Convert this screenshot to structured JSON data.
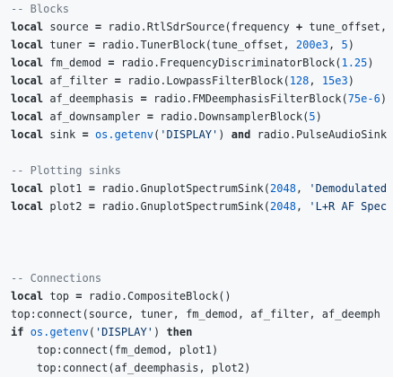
{
  "code": {
    "lines": [
      [
        {
          "t": "-- Blocks",
          "c": "cm"
        }
      ],
      [
        {
          "t": "local",
          "c": "kw"
        },
        {
          "t": " source "
        },
        {
          "t": "=",
          "c": "op"
        },
        {
          "t": " radio.RtlSdrSource(frequency "
        },
        {
          "t": "+",
          "c": "op"
        },
        {
          "t": " tune_offset, "
        }
      ],
      [
        {
          "t": "local",
          "c": "kw"
        },
        {
          "t": " tuner "
        },
        {
          "t": "=",
          "c": "op"
        },
        {
          "t": " radio.TunerBlock(tune_offset, "
        },
        {
          "t": "200e3",
          "c": "num"
        },
        {
          "t": ", "
        },
        {
          "t": "5",
          "c": "num"
        },
        {
          "t": ")"
        }
      ],
      [
        {
          "t": "local",
          "c": "kw"
        },
        {
          "t": " fm_demod "
        },
        {
          "t": "=",
          "c": "op"
        },
        {
          "t": " radio.FrequencyDiscriminatorBlock("
        },
        {
          "t": "1.25",
          "c": "num"
        },
        {
          "t": ")"
        }
      ],
      [
        {
          "t": "local",
          "c": "kw"
        },
        {
          "t": " af_filter "
        },
        {
          "t": "=",
          "c": "op"
        },
        {
          "t": " radio.LowpassFilterBlock("
        },
        {
          "t": "128",
          "c": "num"
        },
        {
          "t": ", "
        },
        {
          "t": "15e3",
          "c": "num"
        },
        {
          "t": ")"
        }
      ],
      [
        {
          "t": "local",
          "c": "kw"
        },
        {
          "t": " af_deemphasis "
        },
        {
          "t": "=",
          "c": "op"
        },
        {
          "t": " radio.FMDeemphasisFilterBlock("
        },
        {
          "t": "75e-6",
          "c": "num"
        },
        {
          "t": ")"
        }
      ],
      [
        {
          "t": "local",
          "c": "kw"
        },
        {
          "t": " af_downsampler "
        },
        {
          "t": "=",
          "c": "op"
        },
        {
          "t": " radio.DownsamplerBlock("
        },
        {
          "t": "5",
          "c": "num"
        },
        {
          "t": ")"
        }
      ],
      [
        {
          "t": "local",
          "c": "kw"
        },
        {
          "t": " sink "
        },
        {
          "t": "=",
          "c": "op"
        },
        {
          "t": " "
        },
        {
          "t": "os.getenv",
          "c": "bi"
        },
        {
          "t": "("
        },
        {
          "t": "'DISPLAY'",
          "c": "str"
        },
        {
          "t": ") "
        },
        {
          "t": "and",
          "c": "kw"
        },
        {
          "t": " radio.PulseAudioSink"
        }
      ],
      [
        {
          "t": ""
        }
      ],
      [
        {
          "t": "-- Plotting sinks",
          "c": "cm"
        }
      ],
      [
        {
          "t": "local",
          "c": "kw"
        },
        {
          "t": " plot1 "
        },
        {
          "t": "=",
          "c": "op"
        },
        {
          "t": " radio.GnuplotSpectrumSink("
        },
        {
          "t": "2048",
          "c": "num"
        },
        {
          "t": ", "
        },
        {
          "t": "'Demodulated",
          "c": "str"
        }
      ],
      [
        {
          "t": "local",
          "c": "kw"
        },
        {
          "t": " plot2 "
        },
        {
          "t": "=",
          "c": "op"
        },
        {
          "t": " radio.GnuplotSpectrumSink("
        },
        {
          "t": "2048",
          "c": "num"
        },
        {
          "t": ", "
        },
        {
          "t": "'L+R AF Spec",
          "c": "str"
        }
      ],
      [
        {
          "t": ""
        }
      ],
      [
        {
          "t": ""
        }
      ],
      [
        {
          "t": ""
        }
      ],
      [
        {
          "t": "-- Connections",
          "c": "cm"
        }
      ],
      [
        {
          "t": "local",
          "c": "kw"
        },
        {
          "t": " top "
        },
        {
          "t": "=",
          "c": "op"
        },
        {
          "t": " radio.CompositeBlock()"
        }
      ],
      [
        {
          "t": "top:connect(source, tuner, fm_demod, af_filter, af_deemph"
        }
      ],
      [
        {
          "t": "if",
          "c": "kw"
        },
        {
          "t": " "
        },
        {
          "t": "os.getenv",
          "c": "bi"
        },
        {
          "t": "("
        },
        {
          "t": "'DISPLAY'",
          "c": "str"
        },
        {
          "t": ") "
        },
        {
          "t": "then",
          "c": "kw"
        }
      ],
      [
        {
          "t": "    top:connect(fm_demod, plot1)"
        }
      ],
      [
        {
          "t": "    top:connect(af_deemphasis, plot2)"
        }
      ]
    ]
  },
  "colors": {
    "background": "#f6f8fa",
    "text": "#24292e",
    "comment": "#6a737d",
    "number": "#005cc5",
    "string": "#032f62",
    "builtin": "#005cc5"
  }
}
